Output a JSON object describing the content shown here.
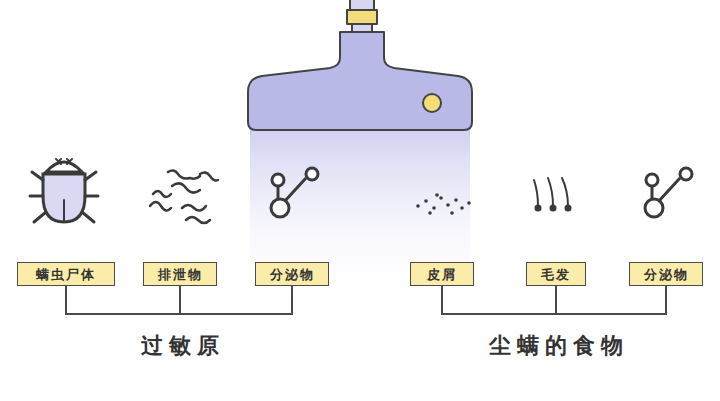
{
  "diagram": {
    "nodes": [
      {
        "text": [
          "螨虫尸体"
        ]
      },
      {
        "text": [
          "排泄物"
        ]
      },
      {
        "text": [
          "分泌物"
        ]
      },
      {
        "text": [
          "皮屑"
        ]
      },
      {
        "text": [
          "毛发"
        ]
      },
      {
        "text": [
          "分泌物"
        ]
      }
    ],
    "labels": [
      "过敏原",
      "尘螨的食物"
    ]
  }
}
